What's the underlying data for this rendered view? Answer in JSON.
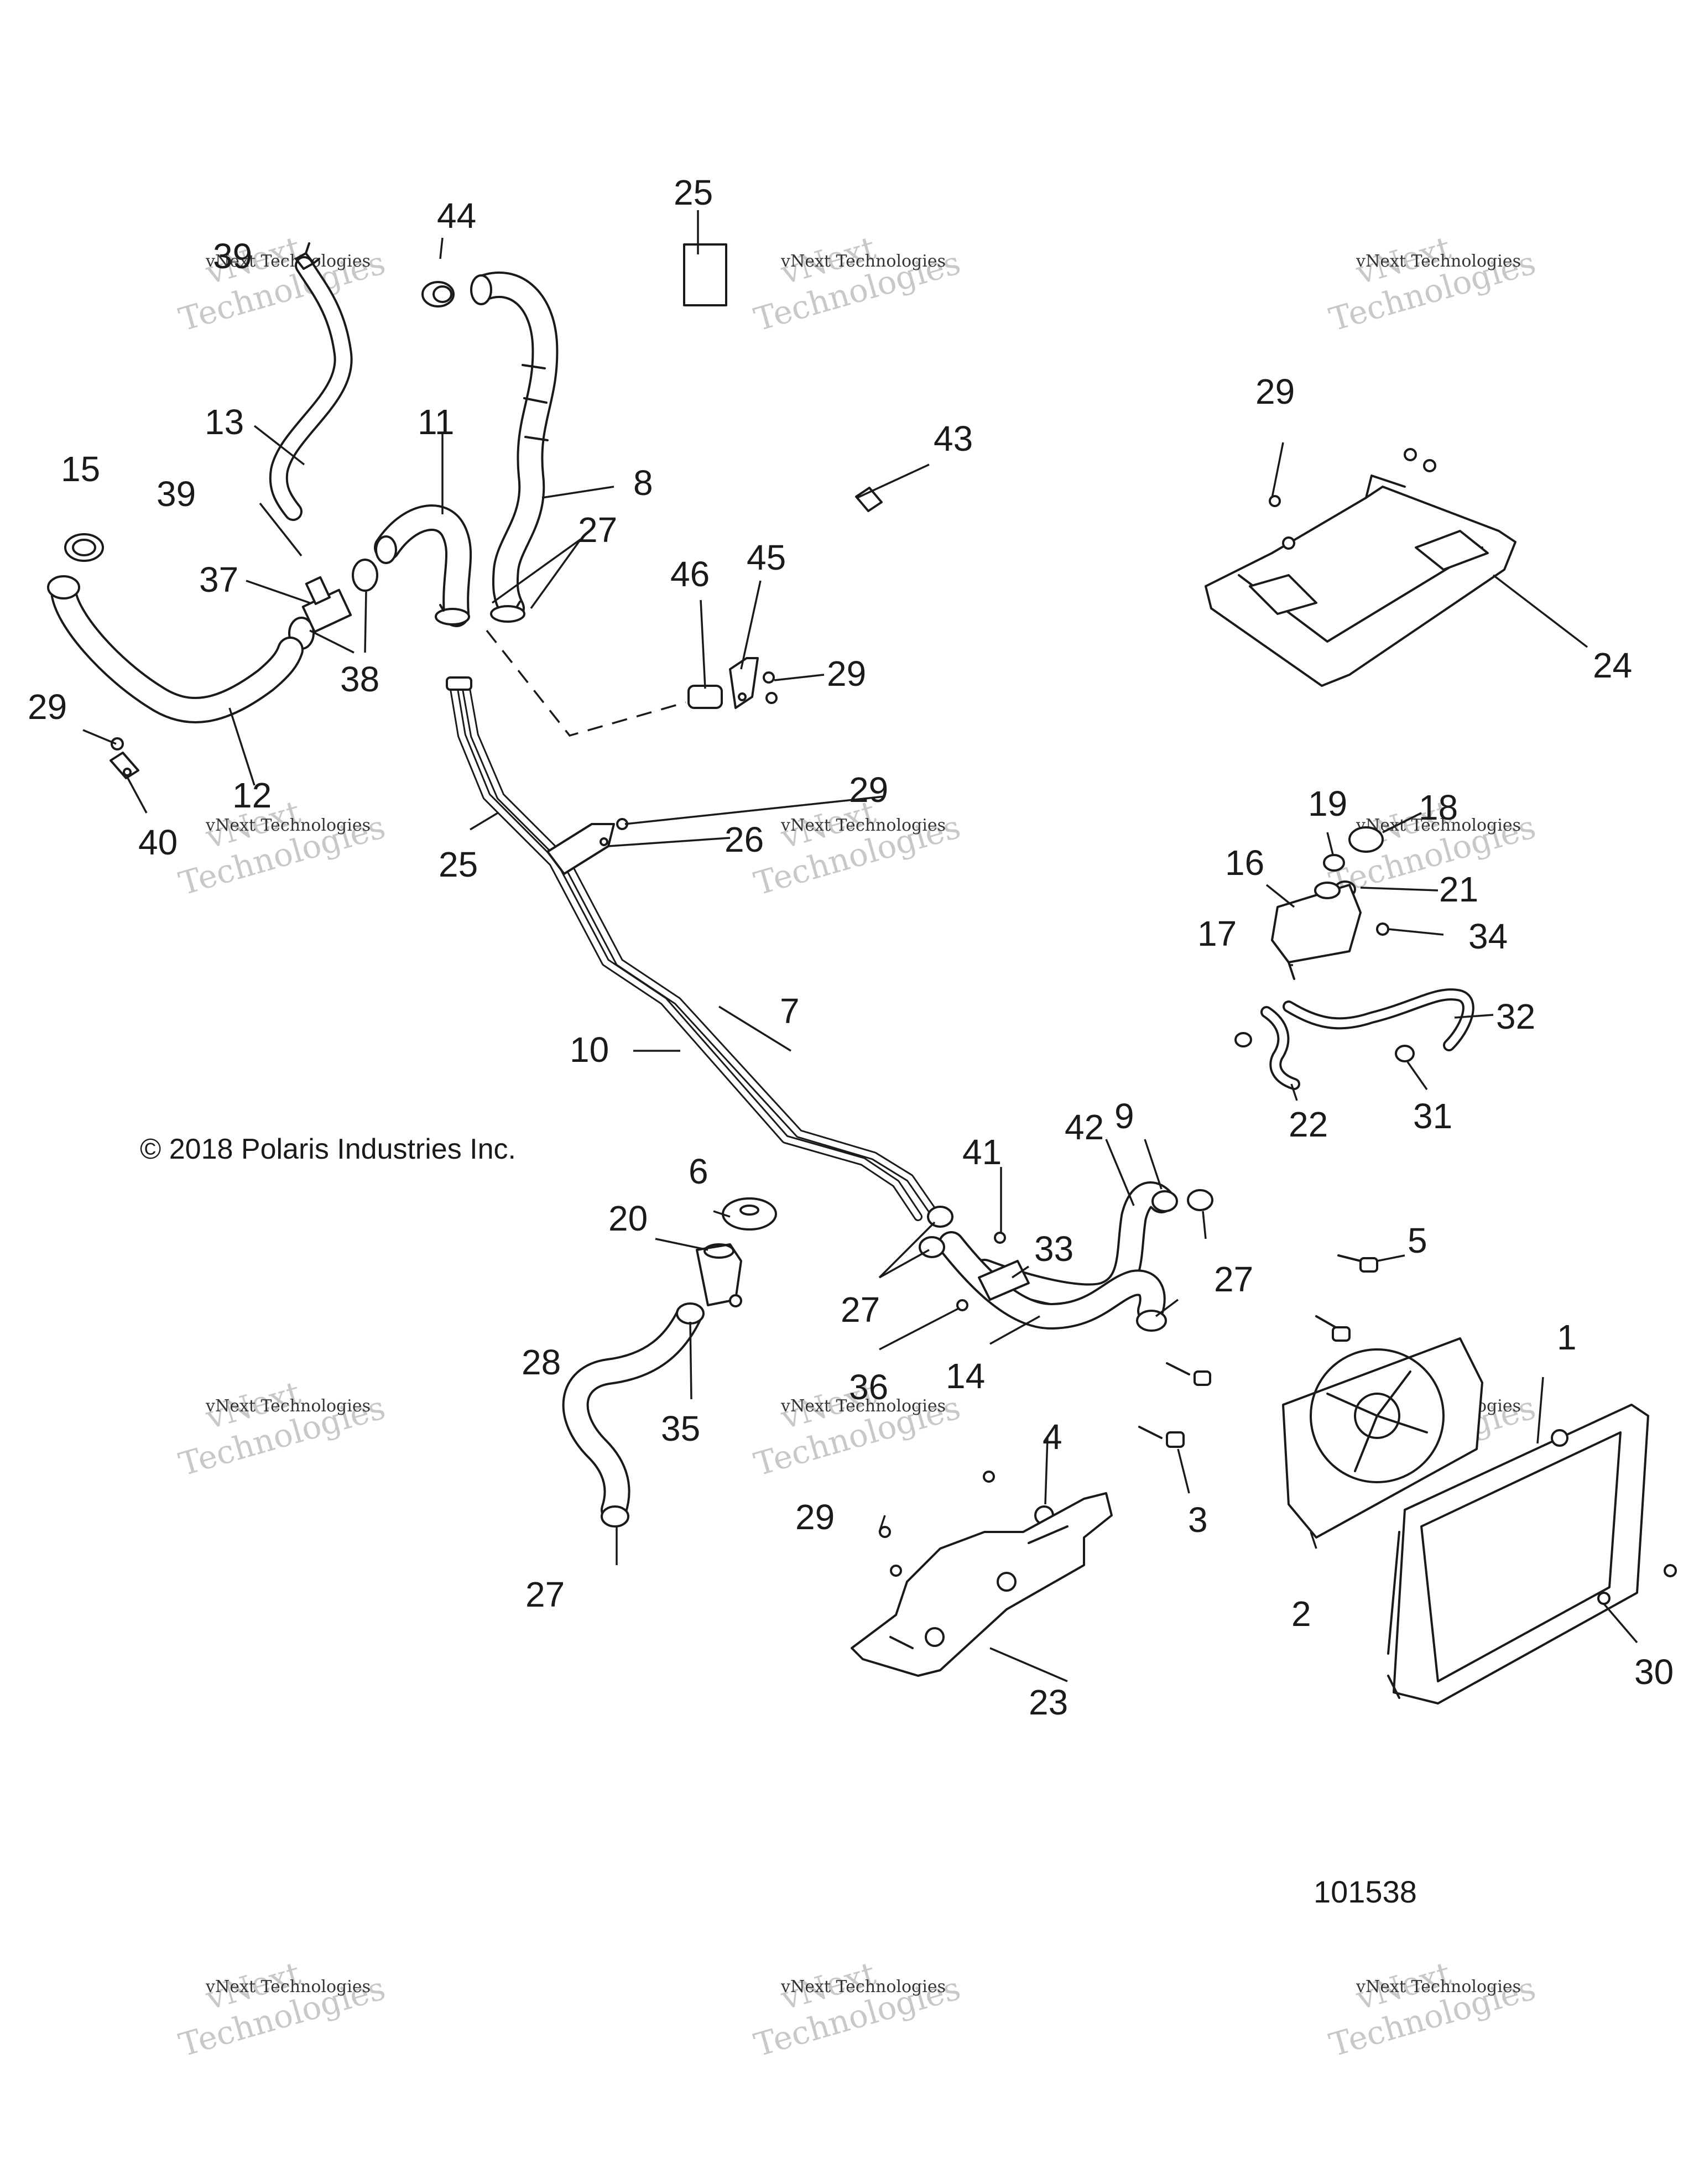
{
  "copyright": "© 2018 Polaris Industries Inc.",
  "figure_id": "101538",
  "watermark": {
    "line1": "vNext",
    "line2": "vNext Technologies",
    "line3": "Technologies"
  },
  "callouts": [
    {
      "id": "c25a",
      "text": "25"
    },
    {
      "id": "c44",
      "text": "44"
    },
    {
      "id": "c39a",
      "text": "39"
    },
    {
      "id": "c13",
      "text": "13"
    },
    {
      "id": "c11",
      "text": "11"
    },
    {
      "id": "c8",
      "text": "8"
    },
    {
      "id": "c15",
      "text": "15"
    },
    {
      "id": "c39b",
      "text": "39"
    },
    {
      "id": "c37",
      "text": "37"
    },
    {
      "id": "c27a",
      "text": "27"
    },
    {
      "id": "c38",
      "text": "38"
    },
    {
      "id": "c46",
      "text": "46"
    },
    {
      "id": "c45",
      "text": "45"
    },
    {
      "id": "c43",
      "text": "43"
    },
    {
      "id": "c29a",
      "text": "29"
    },
    {
      "id": "c29b",
      "text": "29"
    },
    {
      "id": "c12",
      "text": "12"
    },
    {
      "id": "c40",
      "text": "40"
    },
    {
      "id": "c29c",
      "text": "29"
    },
    {
      "id": "c25b",
      "text": "25"
    },
    {
      "id": "c26",
      "text": "26"
    },
    {
      "id": "c7",
      "text": "7"
    },
    {
      "id": "c10",
      "text": "10"
    },
    {
      "id": "c29d",
      "text": "29"
    },
    {
      "id": "c24",
      "text": "24"
    },
    {
      "id": "c19",
      "text": "19"
    },
    {
      "id": "c18",
      "text": "18"
    },
    {
      "id": "c16",
      "text": "16"
    },
    {
      "id": "c21",
      "text": "21"
    },
    {
      "id": "c34",
      "text": "34"
    },
    {
      "id": "c17",
      "text": "17"
    },
    {
      "id": "c32",
      "text": "32"
    },
    {
      "id": "c22",
      "text": "22"
    },
    {
      "id": "c31",
      "text": "31"
    },
    {
      "id": "c9",
      "text": "9"
    },
    {
      "id": "c42",
      "text": "42"
    },
    {
      "id": "c41",
      "text": "41"
    },
    {
      "id": "c6",
      "text": "6"
    },
    {
      "id": "c20",
      "text": "20"
    },
    {
      "id": "c33",
      "text": "33"
    },
    {
      "id": "c27b",
      "text": "27"
    },
    {
      "id": "c27c",
      "text": "27"
    },
    {
      "id": "c36",
      "text": "36"
    },
    {
      "id": "c14",
      "text": "14"
    },
    {
      "id": "c28",
      "text": "28"
    },
    {
      "id": "c35",
      "text": "35"
    },
    {
      "id": "c5",
      "text": "5"
    },
    {
      "id": "c1",
      "text": "1"
    },
    {
      "id": "c4",
      "text": "4"
    },
    {
      "id": "c3",
      "text": "3"
    },
    {
      "id": "c29e",
      "text": "29"
    },
    {
      "id": "c27d",
      "text": "27"
    },
    {
      "id": "c2",
      "text": "2"
    },
    {
      "id": "c23",
      "text": "23"
    },
    {
      "id": "c30",
      "text": "30"
    }
  ]
}
